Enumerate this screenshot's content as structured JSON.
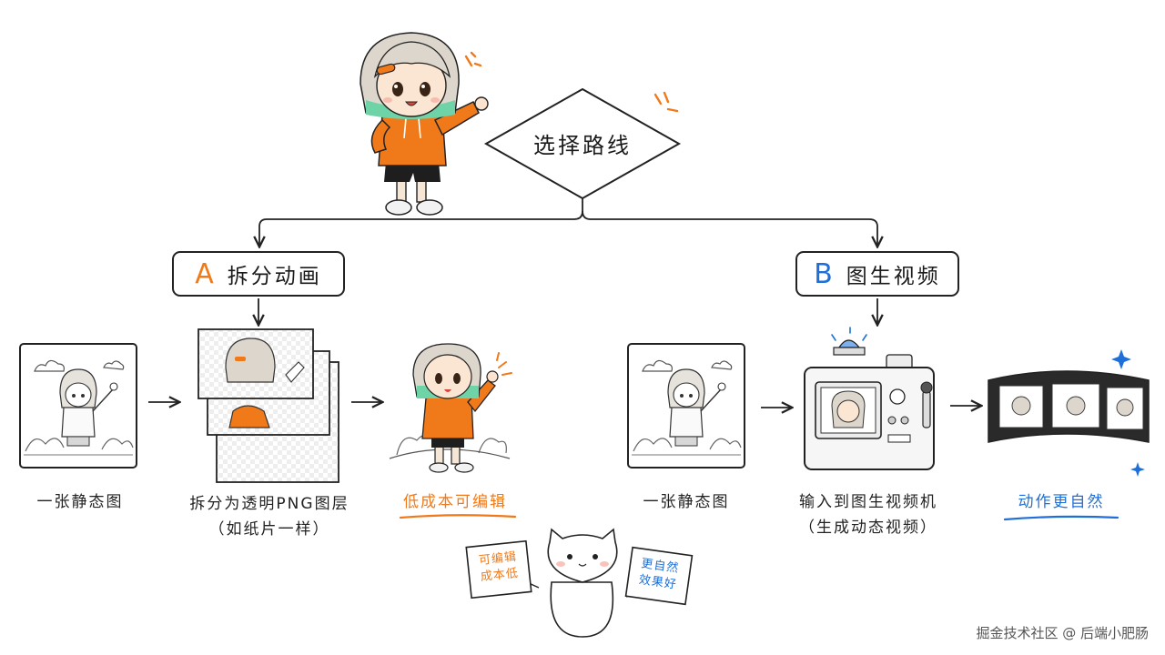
{
  "decision": {
    "label": "选择路线"
  },
  "branches": [
    {
      "letter": "A",
      "title": "拆分动画",
      "letter_color": "#f07a1a",
      "steps": [
        {
          "caption": "一张静态图"
        },
        {
          "caption": "拆分为透明PNG图层",
          "caption2": "（如纸片一样）"
        },
        {
          "caption": "低成本可编辑"
        }
      ]
    },
    {
      "letter": "B",
      "title": "图生视频",
      "letter_color": "#1e6fd9",
      "steps": [
        {
          "caption": "一张静态图"
        },
        {
          "caption": "输入到图生视频机",
          "caption2": "（生成动态视频）"
        },
        {
          "caption": "动作更自然"
        }
      ]
    }
  ],
  "cat_signs": {
    "left": {
      "line1": "可编辑",
      "line2": "成本低",
      "color": "#f07a1a"
    },
    "right": {
      "line1": "更自然",
      "line2": "效果好",
      "color": "#1e6fd9"
    }
  },
  "colors": {
    "orange": "#f07a1a",
    "blue": "#1e6fd9",
    "ink": "#222222"
  },
  "watermark": "掘金技术社区 @ 后端小肥肠"
}
